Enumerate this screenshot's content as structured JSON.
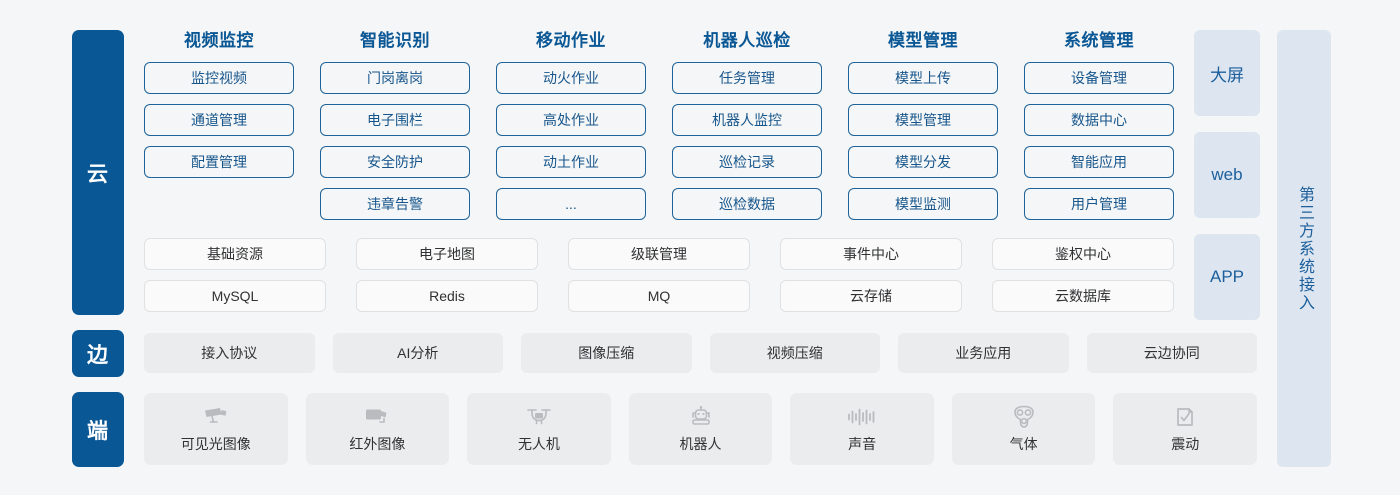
{
  "tiers": [
    {
      "key": "cloud",
      "label": "云"
    },
    {
      "key": "edge",
      "label": "边"
    },
    {
      "key": "end",
      "label": "端"
    }
  ],
  "cloud": {
    "columns": [
      {
        "title": "视频监控",
        "items": [
          "监控视频",
          "通道管理",
          "配置管理"
        ]
      },
      {
        "title": "智能识别",
        "items": [
          "门岗离岗",
          "电子围栏",
          "安全防护",
          "违章告警"
        ]
      },
      {
        "title": "移动作业",
        "items": [
          "动火作业",
          "高处作业",
          "动土作业",
          "..."
        ]
      },
      {
        "title": "机器人巡检",
        "items": [
          "任务管理",
          "机器人监控",
          "巡检记录",
          "巡检数据"
        ]
      },
      {
        "title": "模型管理",
        "items": [
          "模型上传",
          "模型管理",
          "模型分发",
          "模型监测"
        ]
      },
      {
        "title": "系统管理",
        "items": [
          "设备管理",
          "数据中心",
          "智能应用",
          "用户管理"
        ]
      }
    ],
    "platform_rows": [
      [
        "基础资源",
        "电子地图",
        "级联管理",
        "事件中心",
        "鉴权中心"
      ],
      [
        "MySQL",
        "Redis",
        "MQ",
        "云存储",
        "云数据库"
      ]
    ]
  },
  "edge": {
    "items": [
      "接入协议",
      "AI分析",
      "图像压缩",
      "视频压缩",
      "业务应用",
      "云边协同"
    ]
  },
  "device": {
    "items": [
      {
        "label": "可见光图像",
        "icon": "cctv-camera-icon"
      },
      {
        "label": "红外图像",
        "icon": "thermal-camera-icon"
      },
      {
        "label": "无人机",
        "icon": "drone-icon"
      },
      {
        "label": "机器人",
        "icon": "robot-icon"
      },
      {
        "label": "声音",
        "icon": "sound-wave-icon"
      },
      {
        "label": "气体",
        "icon": "gas-mask-icon"
      },
      {
        "label": "震动",
        "icon": "vibration-sensor-icon"
      }
    ]
  },
  "access": {
    "channels": [
      "大屏",
      "web",
      "APP"
    ],
    "third_party": "第三方系统接入"
  },
  "colors": {
    "background": "#f5f6f7",
    "tier_blue": "#0a5795",
    "title_blue": "#0a5795",
    "chip_border_blue": "#1f6399",
    "chip_text_blue": "#17568c",
    "grey_chip": "#ebecee",
    "access_chip": "#dde6f0"
  }
}
